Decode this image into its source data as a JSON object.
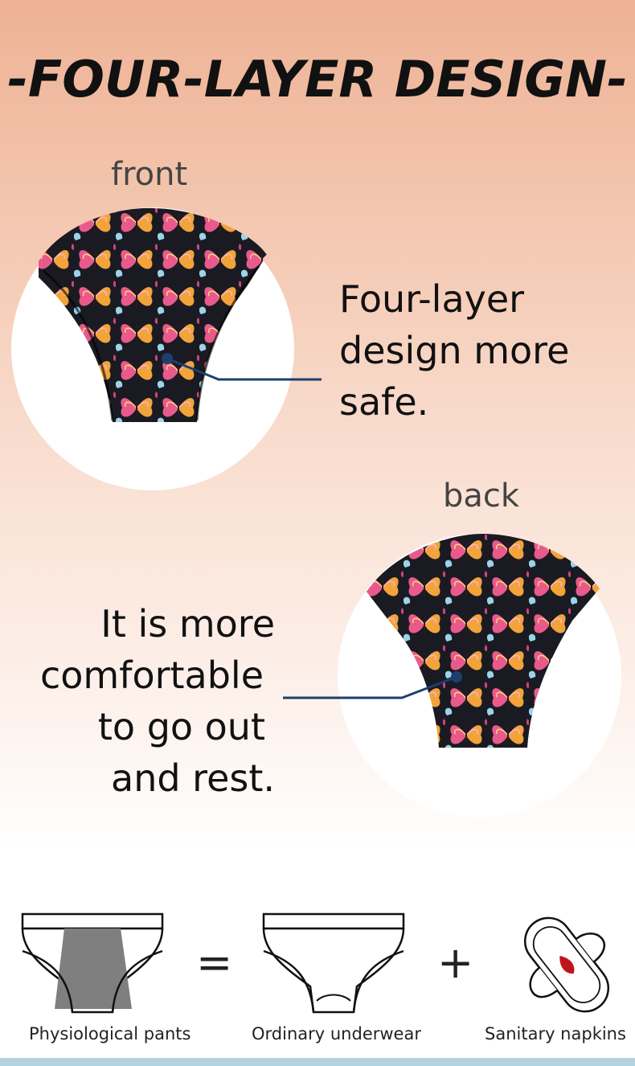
{
  "title": "-FOUR-LAYER DESIGN-",
  "front_label": "front",
  "back_label": "back",
  "callout_front": [
    "Four-layer",
    "design more",
    "safe."
  ],
  "callout_back": [
    "It is more",
    "comfortable",
    "to go out",
    "and rest."
  ],
  "equation": {
    "equals": "=",
    "plus": "+",
    "items": [
      {
        "label": "Physiological pants"
      },
      {
        "label": "Ordinary underwear"
      },
      {
        "label": "Sanitary napkins"
      }
    ]
  },
  "colors": {
    "gradient_top": "#eeb294",
    "callout_line": "#1d3f6e",
    "fabric_dark": "#1a1a22",
    "butterfly_pink": "#e85a8c",
    "butterfly_orange": "#f2a33a",
    "bottom_strip": "#b5d2df"
  },
  "icons": [
    "butterfly-pattern",
    "physiological-pants-icon",
    "ordinary-underwear-icon",
    "sanitary-napkin-icon"
  ]
}
